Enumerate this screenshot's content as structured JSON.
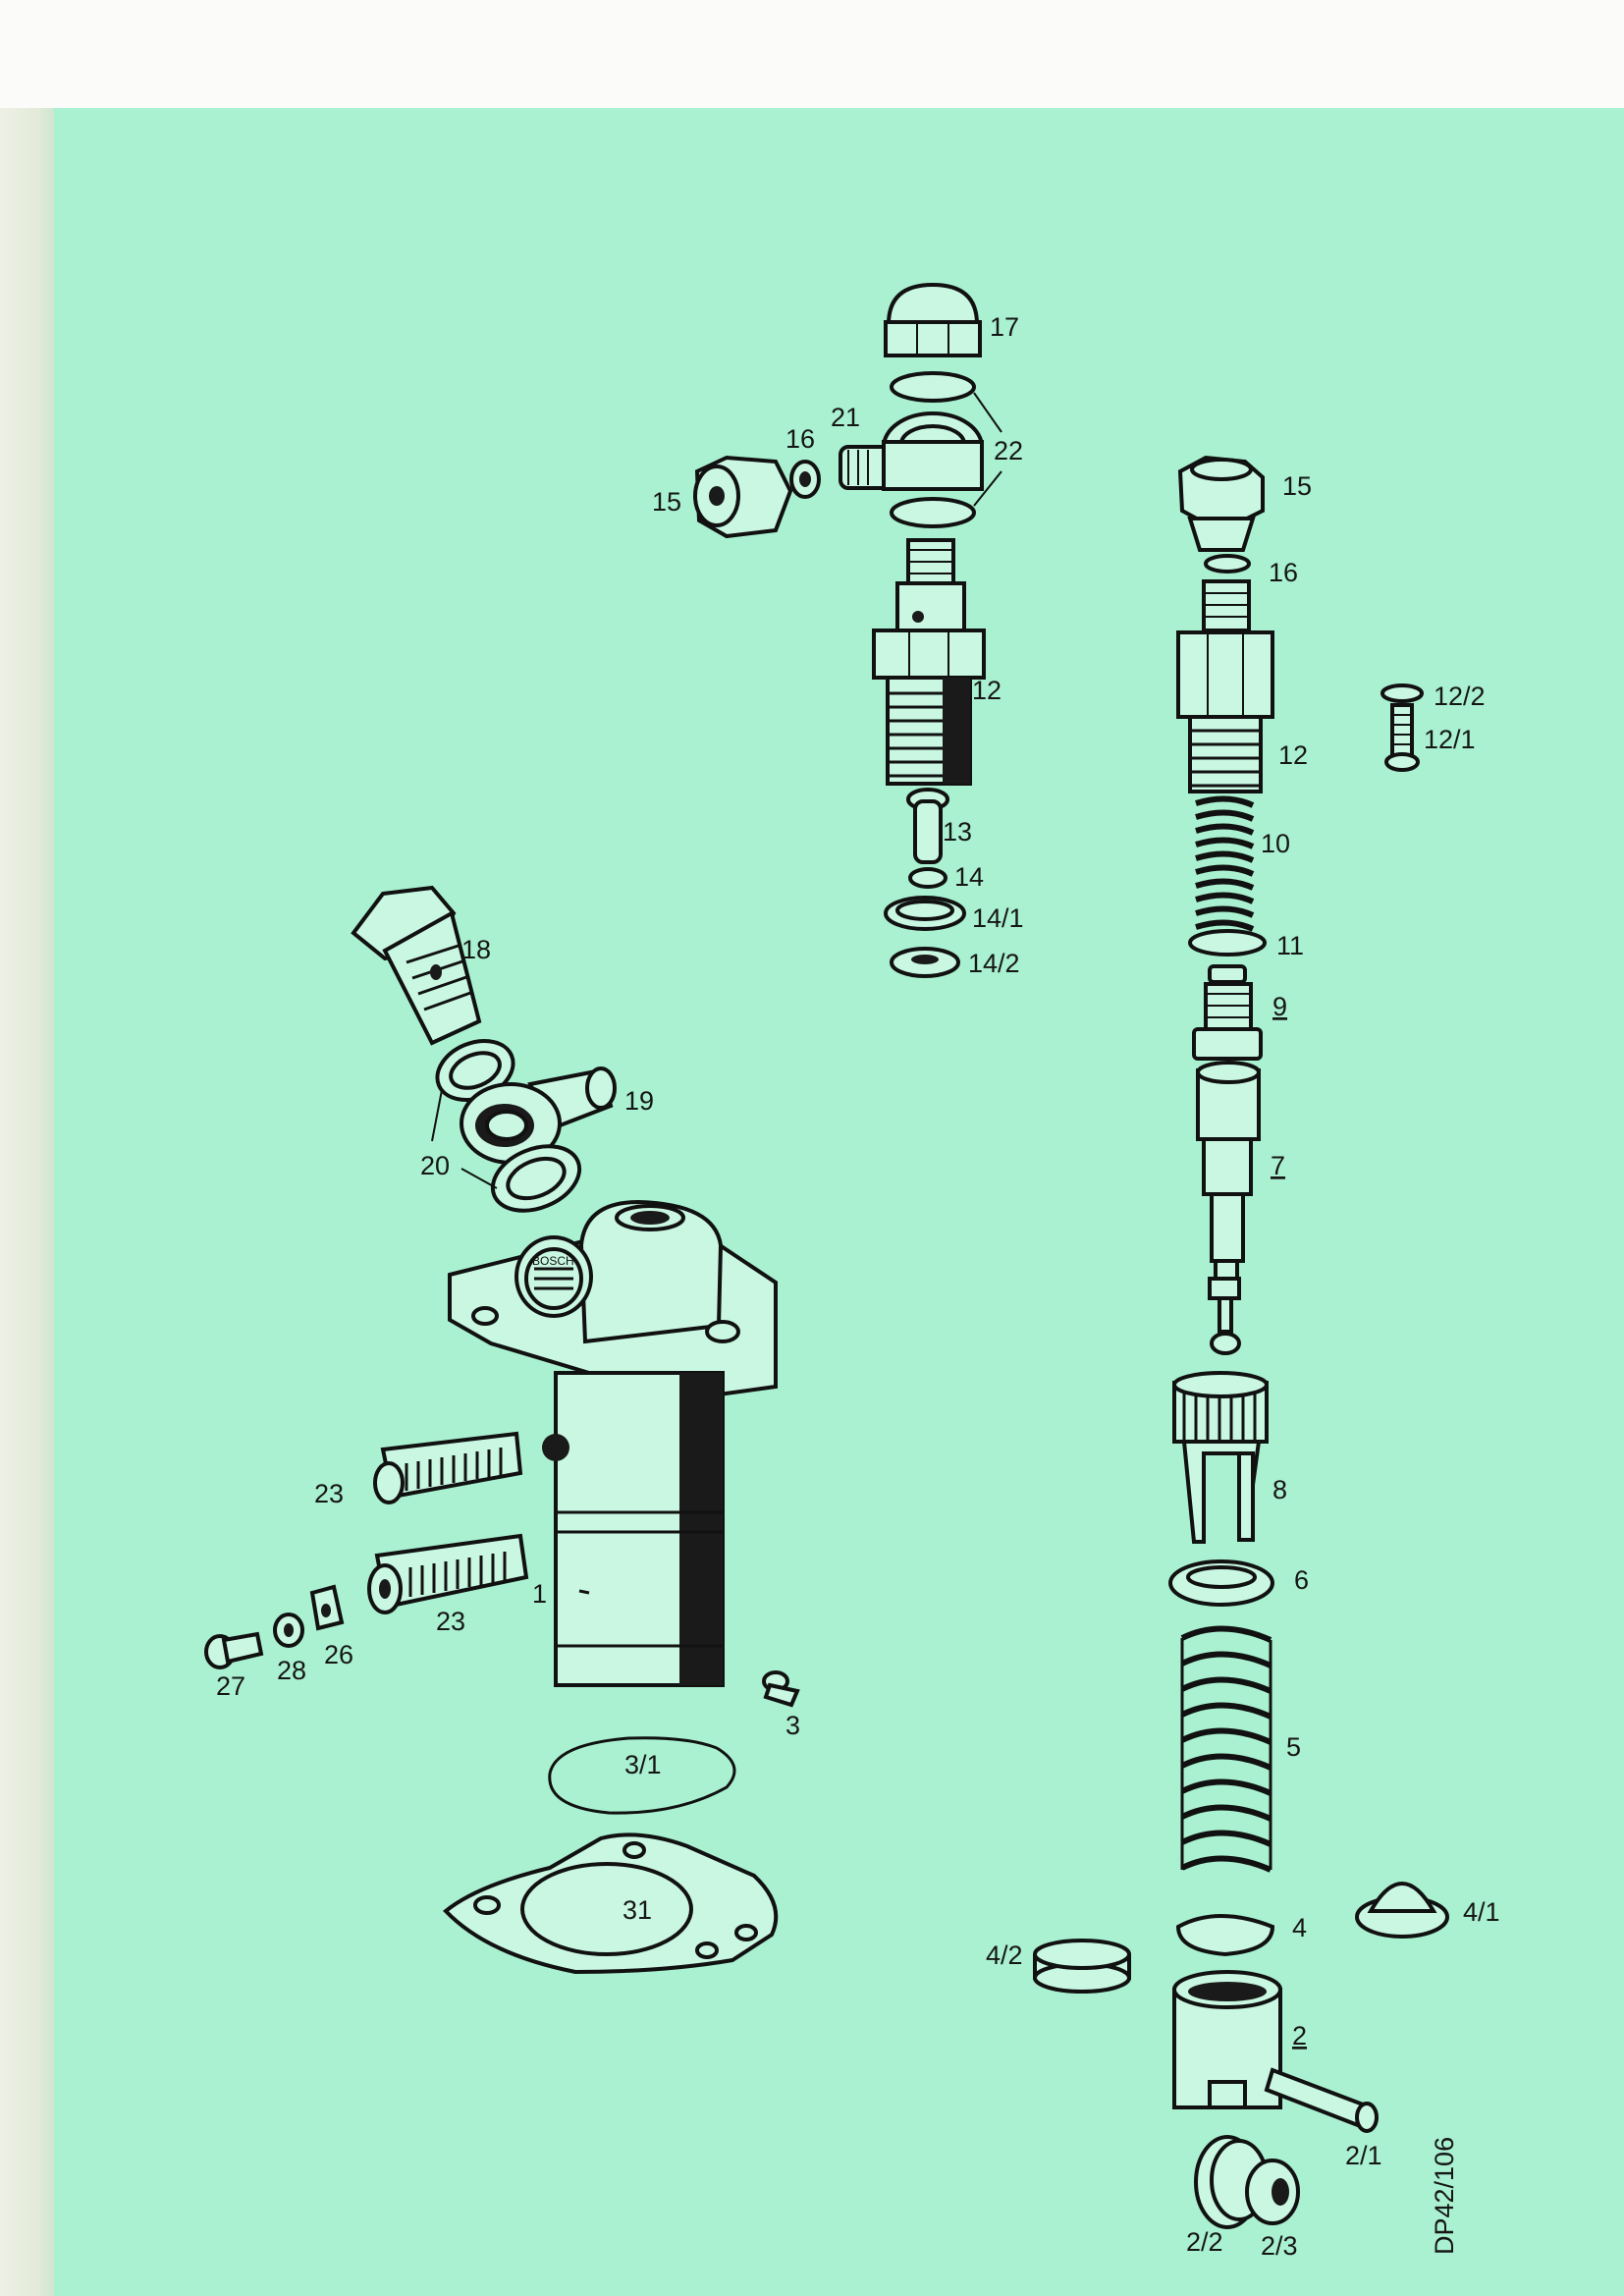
{
  "sheet_code": "DP42/106",
  "brand_plate": "BOSCH",
  "left_assembly": {
    "banjo_bolt": "18",
    "banjo_fitting": "19",
    "sealing_rings": "20",
    "pump_housing": "1",
    "control_rack_upper": "23",
    "control_rack_lower": "23",
    "screw_27": "27",
    "washer_28": "28",
    "lock_plate_26": "26",
    "screw_3": "3",
    "retaining_ring": "3/1",
    "gasket": "31"
  },
  "top_assembly": {
    "cap_nut": "17",
    "seal_rings": "22",
    "banjo": "21",
    "washer": "16",
    "union_nut": "15",
    "delivery_valve_holder": "12",
    "pin": "13",
    "washer_14": "14",
    "ring_14_1": "14/1",
    "ring_14_2": "14/2"
  },
  "right_assembly": {
    "union_nut": "15",
    "washer": "16",
    "delivery_valve_holder": "12",
    "screw_12_2": "12/2",
    "screw_12_1": "12/1",
    "valve_spring": "10",
    "gasket_11": "11",
    "delivery_valve": "9",
    "element": "7",
    "control_sleeve": "8",
    "spring_seat": "6",
    "plunger_spring": "5",
    "spring_seat_lower": "4",
    "cap_4_1": "4/1",
    "cap_4_2": "4/2",
    "tappet": "2",
    "roller_pin": "2/1",
    "roller_2_2": "2/2",
    "roller_2_3": "2/3"
  }
}
